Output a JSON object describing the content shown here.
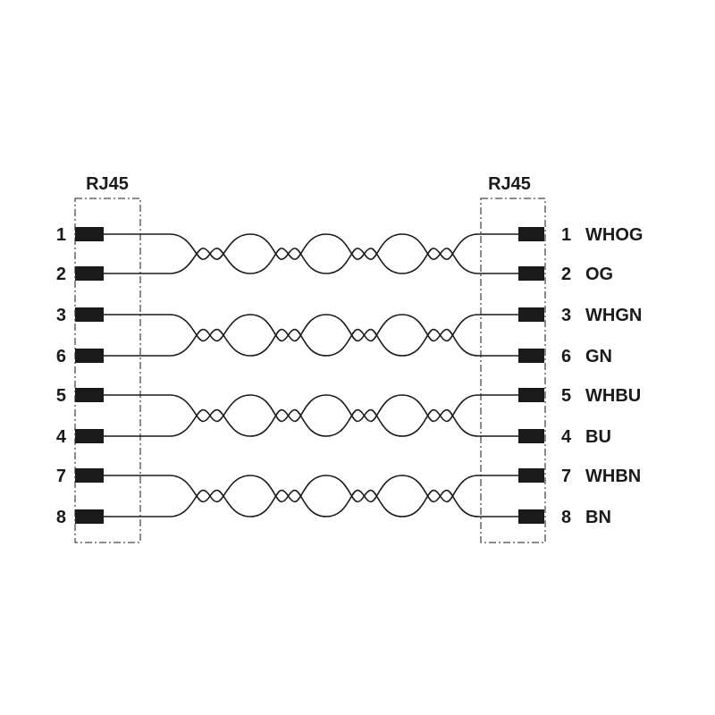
{
  "connectors": {
    "left": {
      "title": "RJ45"
    },
    "right": {
      "title": "RJ45"
    }
  },
  "pairs": [
    {
      "left_pins": [
        "1",
        "2"
      ],
      "right_pins": [
        [
          "1",
          "WHOG"
        ],
        [
          "2",
          "OG"
        ]
      ]
    },
    {
      "left_pins": [
        "3",
        "6"
      ],
      "right_pins": [
        [
          "3",
          "WHGN"
        ],
        [
          "6",
          "GN"
        ]
      ]
    },
    {
      "left_pins": [
        "5",
        "4"
      ],
      "right_pins": [
        [
          "5",
          "WHBU"
        ],
        [
          "4",
          "BU"
        ]
      ]
    },
    {
      "left_pins": [
        "7",
        "8"
      ],
      "right_pins": [
        [
          "7",
          "WHBN"
        ],
        [
          "8",
          "BN"
        ]
      ]
    }
  ],
  "colors": {
    "line": "#1a1a1a",
    "background": "#ffffff"
  }
}
